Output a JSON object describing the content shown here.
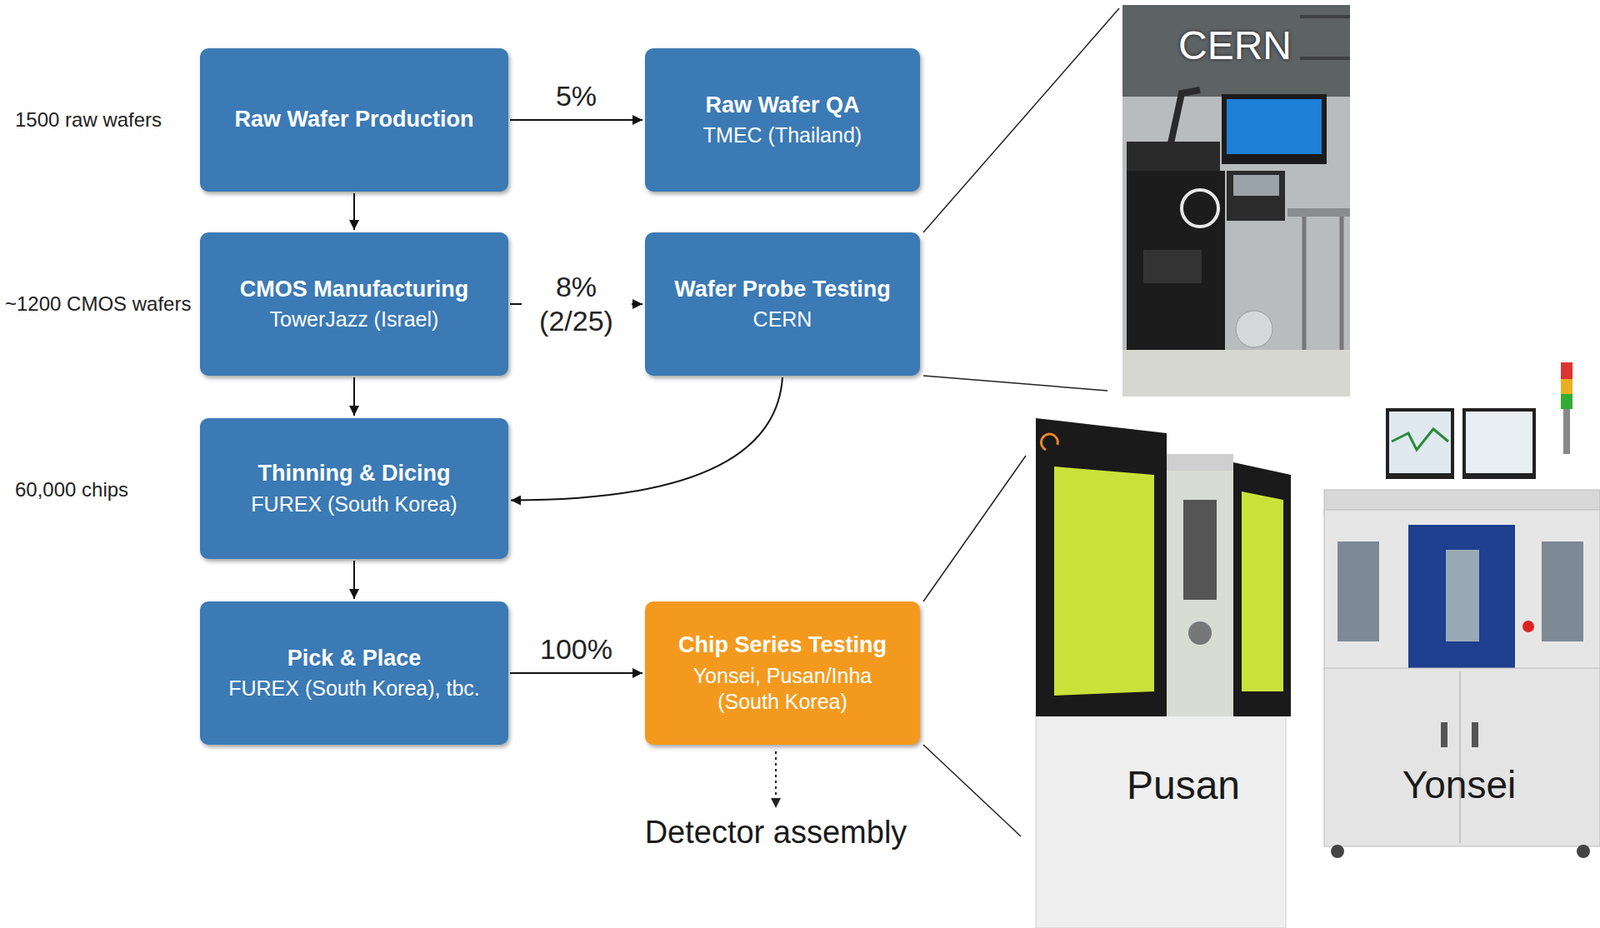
{
  "diagram": {
    "nodes": [
      {
        "text": [
          "Raw Wafer Production"
        ]
      },
      {
        "text": [
          "Raw Wafer QA",
          "TMEC (Thailand)"
        ]
      },
      {
        "text": [
          "CMOS Manufacturing",
          "TowerJazz (Israel)"
        ]
      },
      {
        "text": [
          "Wafer Probe Testing",
          "CERN"
        ]
      },
      {
        "text": [
          "Thinning & Dicing",
          "FUREX (South Korea)"
        ]
      },
      {
        "text": [
          "Pick & Place",
          "FUREX (South Korea), tbc."
        ]
      },
      {
        "text": [
          "Chip Series Testing",
          "Yonsei, Pusan/Inha (South Korea)"
        ]
      }
    ],
    "edges": [
      {
        "from": 0,
        "to": 1,
        "label": "5%",
        "arrow": "to"
      },
      {
        "from": 0,
        "to": 2,
        "arrow": "to"
      },
      {
        "from": 2,
        "to": 3,
        "label": "8% (2/25)",
        "arrow": "to"
      },
      {
        "from": 2,
        "to": 4,
        "arrow": "to"
      },
      {
        "from": 3,
        "to": 4,
        "arrow": "to"
      },
      {
        "from": 4,
        "to": 5,
        "arrow": "to"
      },
      {
        "from": 5,
        "to": 6,
        "label": "100%",
        "arrow": "to"
      }
    ],
    "labels": [
      "1500 raw wafers",
      "~1200 CMOS wafers",
      "60,000 chips",
      "CERN",
      "Detector assembly",
      "Pusan",
      "Yonsei"
    ]
  }
}
